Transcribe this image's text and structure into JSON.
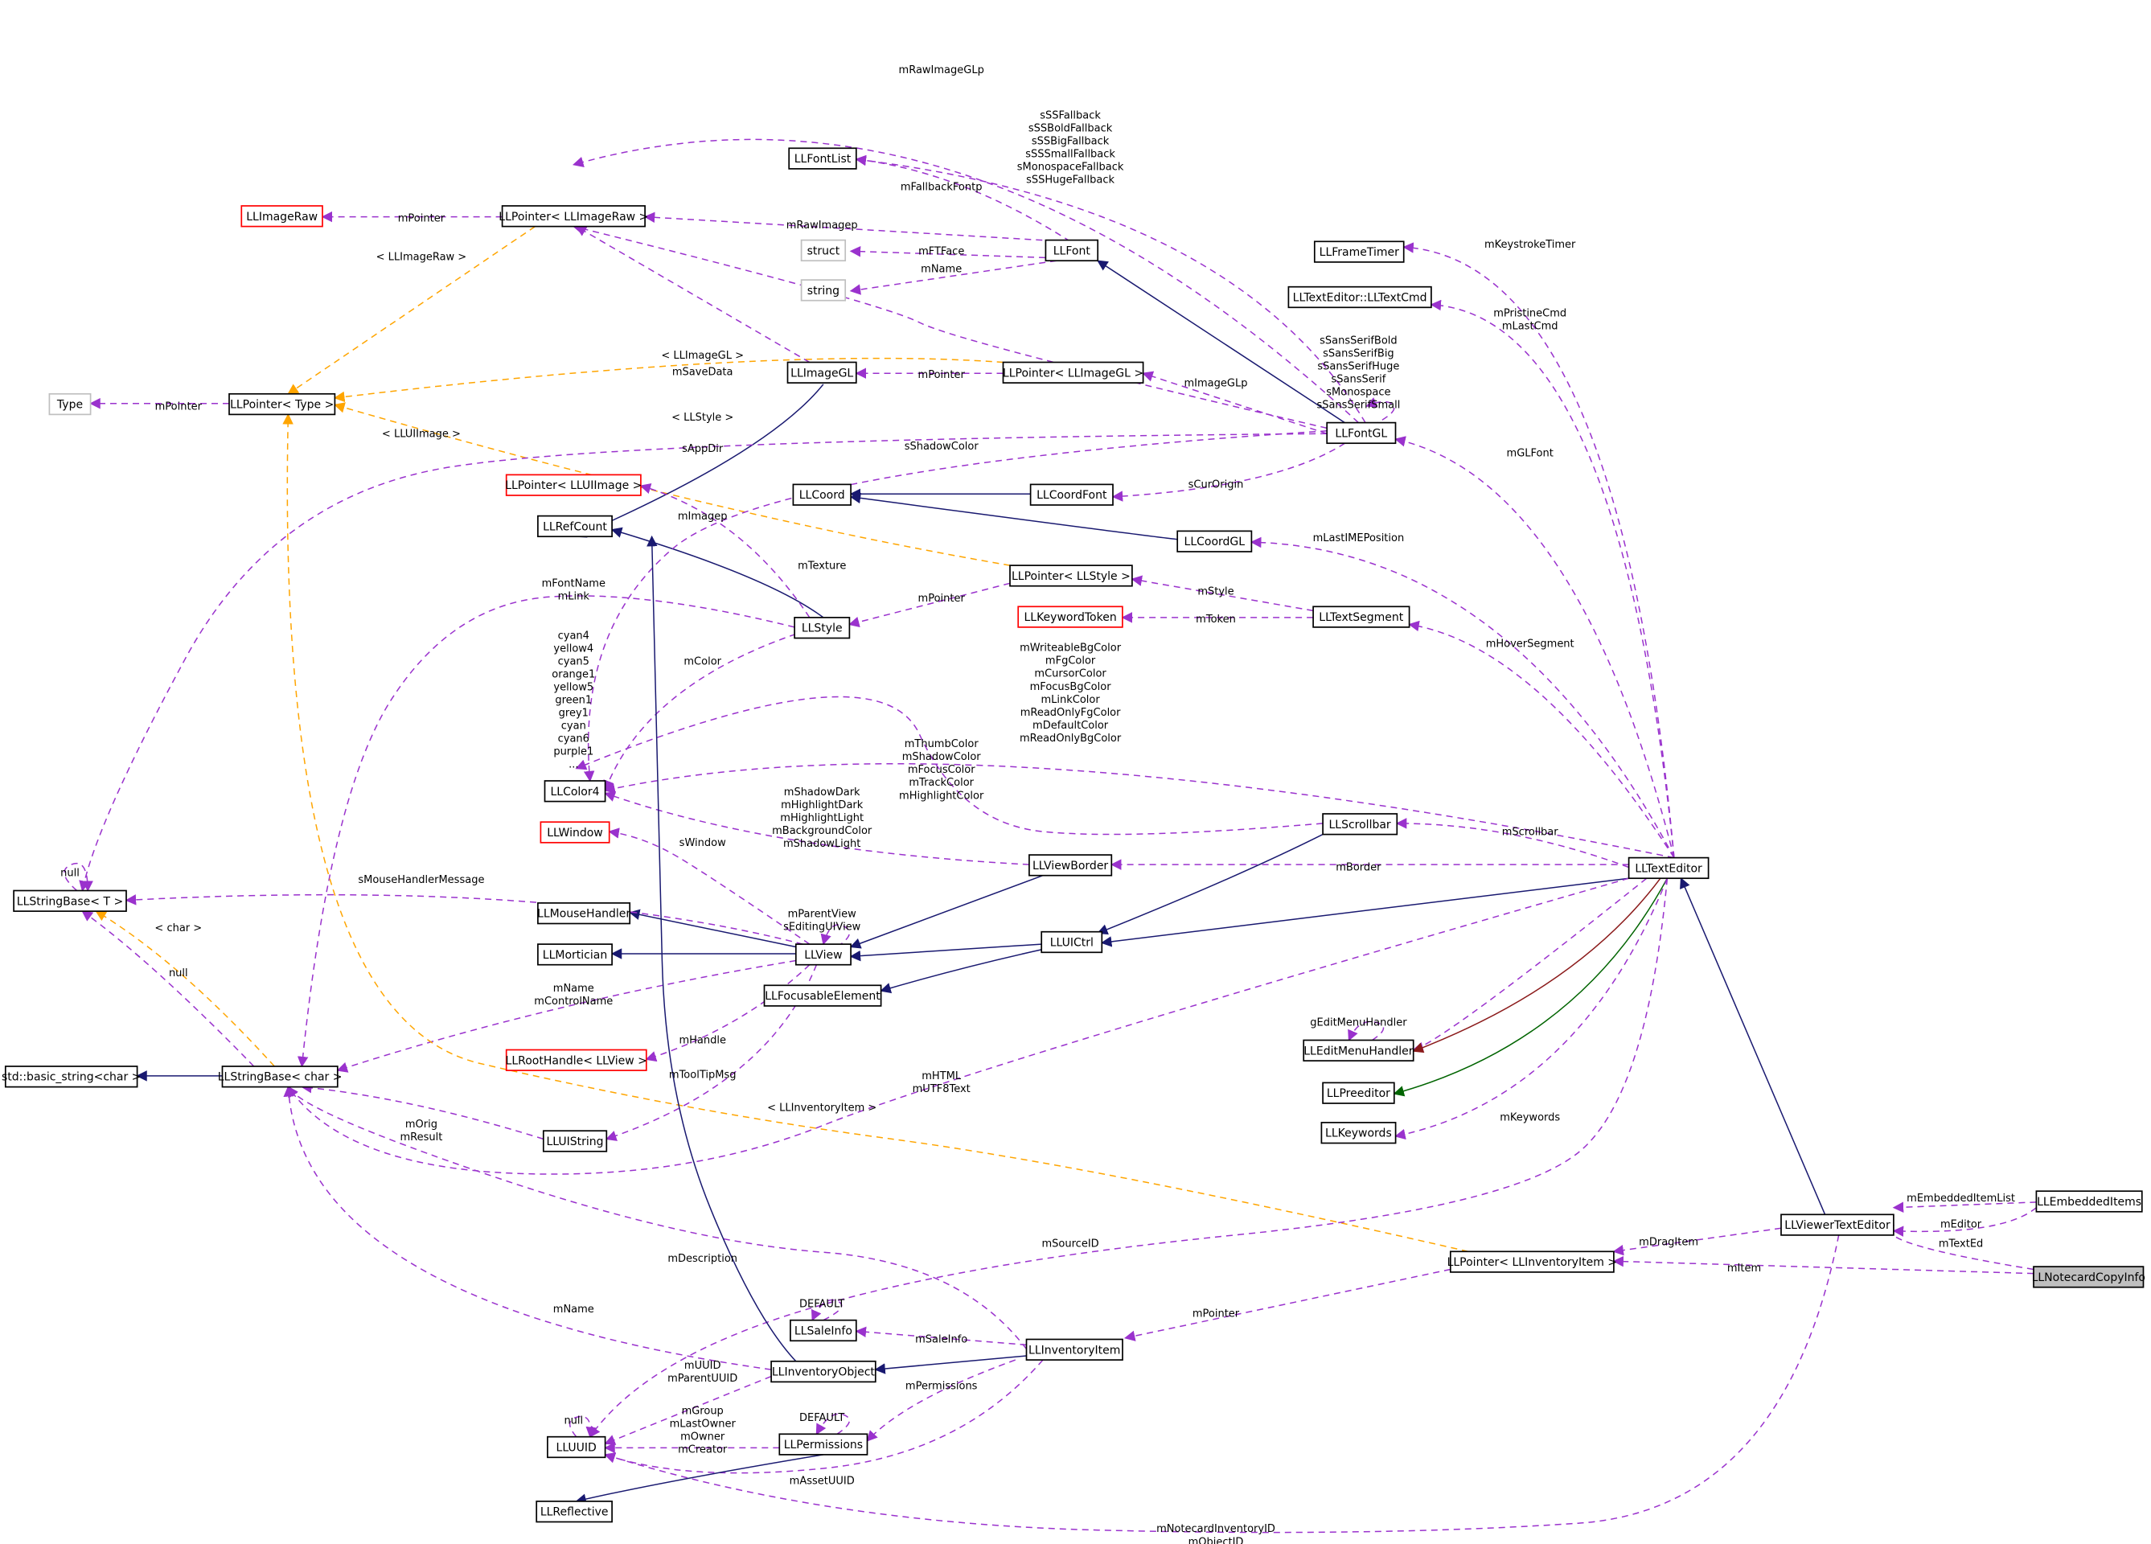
{
  "colors": {
    "usage": "#9a32cd",
    "template": "#ffa500",
    "inherit": "#191970",
    "private": "#8b1a1a",
    "protected": "#006400",
    "gray_border": "#bfbfbf",
    "red_border": "#ff0000",
    "highlight_fill": "#bfbfbf"
  },
  "nodes": [
    {
      "id": "llimageraw",
      "label": "LLImageRaw",
      "style": "red"
    },
    {
      "id": "ptr_imageraw",
      "label": "LLPointer< LLImageRaw >"
    },
    {
      "id": "fontlist",
      "label": "LLFontList"
    },
    {
      "id": "struct",
      "label": "struct",
      "style": "gray"
    },
    {
      "id": "string",
      "label": "string",
      "style": "gray"
    },
    {
      "id": "llfont",
      "label": "LLFont"
    },
    {
      "id": "type",
      "label": "Type",
      "style": "gray"
    },
    {
      "id": "ptr_type",
      "label": "LLPointer< Type >"
    },
    {
      "id": "llimagegl",
      "label": "LLImageGL"
    },
    {
      "id": "ptr_imagegl",
      "label": "LLPointer< LLImageGL >"
    },
    {
      "id": "llfontgl",
      "label": "LLFontGL"
    },
    {
      "id": "framet",
      "label": "LLFrameTimer"
    },
    {
      "id": "textcmd",
      "label": "LLTextEditor::LLTextCmd"
    },
    {
      "id": "ptr_uiimage",
      "label": "LLPointer< LLUIImage >",
      "style": "red"
    },
    {
      "id": "llcoord",
      "label": "LLCoord"
    },
    {
      "id": "coordfont",
      "label": "LLCoordFont"
    },
    {
      "id": "llrefcount",
      "label": "LLRefCount"
    },
    {
      "id": "coordgl",
      "label": "LLCoordGL"
    },
    {
      "id": "ptr_style",
      "label": "LLPointer< LLStyle >"
    },
    {
      "id": "keywordtoken",
      "label": "LLKeywordToken",
      "style": "red"
    },
    {
      "id": "textsegment",
      "label": "LLTextSegment"
    },
    {
      "id": "llstyle",
      "label": "LLStyle"
    },
    {
      "id": "llcolor4",
      "label": "LLColor4"
    },
    {
      "id": "llwindow",
      "label": "LLWindow",
      "style": "red"
    },
    {
      "id": "scrollbar",
      "label": "LLScrollbar"
    },
    {
      "id": "viewborder",
      "label": "LLViewBorder"
    },
    {
      "id": "texteditor",
      "label": "LLTextEditor"
    },
    {
      "id": "stringbase_t",
      "label": "LLStringBase< T >"
    },
    {
      "id": "mousehandler",
      "label": "LLMouseHandler"
    },
    {
      "id": "llmortician",
      "label": "LLMortician"
    },
    {
      "id": "llview",
      "label": "LLView"
    },
    {
      "id": "uictrl",
      "label": "LLUICtrl"
    },
    {
      "id": "focusable",
      "label": "LLFocusableElement"
    },
    {
      "id": "roothandle",
      "label": "LLRootHandle< LLView >",
      "style": "red"
    },
    {
      "id": "stdstring",
      "label": "std::basic_string<char >"
    },
    {
      "id": "stringbase_char",
      "label": "LLStringBase< char >"
    },
    {
      "id": "editmenu",
      "label": "LLEditMenuHandler"
    },
    {
      "id": "preeditor",
      "label": "LLPreeditor"
    },
    {
      "id": "lluistring",
      "label": "LLUIString"
    },
    {
      "id": "llkeywords",
      "label": "LLKeywords"
    },
    {
      "id": "embedded",
      "label": "LLEmbeddedItems"
    },
    {
      "id": "viewertexteditor",
      "label": "LLViewerTextEditor"
    },
    {
      "id": "ptr_invitem",
      "label": "LLPointer< LLInventoryItem >"
    },
    {
      "id": "notecard",
      "label": "LLNotecardCopyInfo",
      "style": "selected"
    },
    {
      "id": "saleinfo",
      "label": "LLSaleInfo"
    },
    {
      "id": "invitem",
      "label": "LLInventoryItem"
    },
    {
      "id": "invobject",
      "label": "LLInventoryObject"
    },
    {
      "id": "lluuid",
      "label": "LLUUID"
    },
    {
      "id": "permissions",
      "label": "LLPermissions"
    },
    {
      "id": "reflective",
      "label": "LLReflective"
    }
  ],
  "labels": [
    {
      "id": "l_rawimageglp",
      "lines": [
        "mRawImageGLp"
      ]
    },
    {
      "id": "l_fallbacks",
      "lines": [
        "sSSFallback",
        "sSSBoldFallback",
        "sSSBigFallback",
        "sSSSmallFallback",
        "sMonospaceFallback",
        "sSSHugeFallback"
      ]
    },
    {
      "id": "l_fallbackfontp",
      "lines": [
        "mFallbackFontp"
      ]
    },
    {
      "id": "l_mpointer_raw",
      "lines": [
        "mPointer"
      ]
    },
    {
      "id": "l_rawimagep",
      "lines": [
        "mRawImagep"
      ]
    },
    {
      "id": "l_ftface",
      "lines": [
        "mFTFace"
      ]
    },
    {
      "id": "l_mname_font",
      "lines": [
        "mName"
      ]
    },
    {
      "id": "l_tmpl_imageraw",
      "lines": [
        "< LLImageRaw >"
      ]
    },
    {
      "id": "l_keystroke",
      "lines": [
        "mKeystrokeTimer"
      ]
    },
    {
      "id": "l_pristine",
      "lines": [
        "mPristineCmd",
        "mLastCmd"
      ]
    },
    {
      "id": "l_sansfonts",
      "lines": [
        "sSansSerifBold",
        "sSansSerifBig",
        "sSansSerifHuge",
        "sSansSerif",
        "sMonospace",
        "sSansSerifSmall"
      ]
    },
    {
      "id": "l_tmpl_imagegl",
      "lines": [
        "< LLImageGL >"
      ]
    },
    {
      "id": "l_savedata",
      "lines": [
        "mSaveData"
      ]
    },
    {
      "id": "l_mpointer_gl",
      "lines": [
        "mPointer"
      ]
    },
    {
      "id": "l_imageglp",
      "lines": [
        "mImageGLp"
      ]
    },
    {
      "id": "l_mpointer_type",
      "lines": [
        "mPointer"
      ]
    },
    {
      "id": "l_tmpl_style",
      "lines": [
        "< LLStyle >"
      ]
    },
    {
      "id": "l_tmpl_uiimage",
      "lines": [
        "< LLUIImage >"
      ]
    },
    {
      "id": "l_appdir",
      "lines": [
        "sAppDir"
      ]
    },
    {
      "id": "l_shadowcolor",
      "lines": [
        "sShadowColor"
      ]
    },
    {
      "id": "l_glfont",
      "lines": [
        "mGLFont"
      ]
    },
    {
      "id": "l_curorigin",
      "lines": [
        "sCurOrigin"
      ]
    },
    {
      "id": "l_imagep",
      "lines": [
        "mImagep"
      ]
    },
    {
      "id": "l_lastime",
      "lines": [
        "mLastIMEPosition"
      ]
    },
    {
      "id": "l_texture",
      "lines": [
        "mTexture"
      ]
    },
    {
      "id": "l_fontname",
      "lines": [
        "mFontName",
        "mLink"
      ]
    },
    {
      "id": "l_mstyle",
      "lines": [
        "mStyle"
      ]
    },
    {
      "id": "l_mpointer_style",
      "lines": [
        "mPointer"
      ]
    },
    {
      "id": "l_mtoken",
      "lines": [
        "mToken"
      ]
    },
    {
      "id": "l_colors",
      "lines": [
        "cyan4",
        "yellow4",
        "cyan5",
        "orange1",
        "yellow5",
        "green1",
        "grey1",
        "cyan",
        "cyan6",
        "purple1",
        "..."
      ]
    },
    {
      "id": "l_mcolor",
      "lines": [
        "mColor"
      ]
    },
    {
      "id": "l_hover",
      "lines": [
        "mHoverSegment"
      ]
    },
    {
      "id": "l_writeable",
      "lines": [
        "mWriteableBgColor",
        "mFgColor",
        "mCursorColor",
        "mFocusBgColor",
        "mLinkColor",
        "mReadOnlyFgColor",
        "mDefaultColor",
        "mReadOnlyBgColor"
      ]
    },
    {
      "id": "l_thumb",
      "lines": [
        "mThumbColor",
        "mShadowColor",
        "mFocusColor",
        "mTrackColor",
        "mHighlightColor"
      ]
    },
    {
      "id": "l_shadowdark",
      "lines": [
        "mShadowDark",
        "mHighlightDark",
        "mHighlightLight",
        "mBackgroundColor",
        "mShadowLight"
      ]
    },
    {
      "id": "l_swindow",
      "lines": [
        "sWindow"
      ]
    },
    {
      "id": "l_mscrollbar",
      "lines": [
        "mScrollbar"
      ]
    },
    {
      "id": "l_null_t",
      "lines": [
        "null"
      ]
    },
    {
      "id": "l_mousemsg",
      "lines": [
        "sMouseHandlerMessage"
      ]
    },
    {
      "id": "l_mborder",
      "lines": [
        "mBorder"
      ]
    },
    {
      "id": "l_parentview",
      "lines": [
        "mParentView",
        "sEditingUIView"
      ]
    },
    {
      "id": "l_tmpl_char",
      "lines": [
        "< char >"
      ]
    },
    {
      "id": "l_null_char",
      "lines": [
        "null"
      ]
    },
    {
      "id": "l_mname_ctrl",
      "lines": [
        "mName",
        "mControlName"
      ]
    },
    {
      "id": "l_mhandle",
      "lines": [
        "mHandle"
      ]
    },
    {
      "id": "l_geditmenu",
      "lines": [
        "gEditMenuHandler"
      ]
    },
    {
      "id": "l_tooltip",
      "lines": [
        "mToolTipMsg"
      ]
    },
    {
      "id": "l_mhtml",
      "lines": [
        "mHTML",
        "mUTF8Text"
      ]
    },
    {
      "id": "l_tmpl_invitem",
      "lines": [
        "< LLInventoryItem >"
      ]
    },
    {
      "id": "l_morig",
      "lines": [
        "mOrig",
        "mResult"
      ]
    },
    {
      "id": "l_mkeywords",
      "lines": [
        "mKeywords"
      ]
    },
    {
      "id": "l_embeddedlist",
      "lines": [
        "mEmbeddedItemList"
      ]
    },
    {
      "id": "l_meditor",
      "lines": [
        "mEditor"
      ]
    },
    {
      "id": "l_mtexted",
      "lines": [
        "mTextEd"
      ]
    },
    {
      "id": "l_dragitem",
      "lines": [
        "mDragItem"
      ]
    },
    {
      "id": "l_sourceid",
      "lines": [
        "mSourceID"
      ]
    },
    {
      "id": "l_mitem",
      "lines": [
        "mItem"
      ]
    },
    {
      "id": "l_description",
      "lines": [
        "mDescription"
      ]
    },
    {
      "id": "l_default_sale",
      "lines": [
        "DEFAULT"
      ]
    },
    {
      "id": "l_mname_inv",
      "lines": [
        "mName"
      ]
    },
    {
      "id": "l_mpointer_inv",
      "lines": [
        "mPointer"
      ]
    },
    {
      "id": "l_saleinfo",
      "lines": [
        "mSaleInfo"
      ]
    },
    {
      "id": "l_uuid",
      "lines": [
        "mUUID",
        "mParentUUID"
      ]
    },
    {
      "id": "l_permissions",
      "lines": [
        "mPermissions"
      ]
    },
    {
      "id": "l_default_perm",
      "lines": [
        "DEFAULT"
      ]
    },
    {
      "id": "l_null_uuid",
      "lines": [
        "null"
      ]
    },
    {
      "id": "l_group",
      "lines": [
        "mGroup",
        "mLastOwner",
        "mOwner",
        "mCreator"
      ]
    },
    {
      "id": "l_assetuuid",
      "lines": [
        "mAssetUUID"
      ]
    },
    {
      "id": "l_notecard",
      "lines": [
        "mNotecardInventoryID",
        "mObjectID"
      ]
    }
  ]
}
